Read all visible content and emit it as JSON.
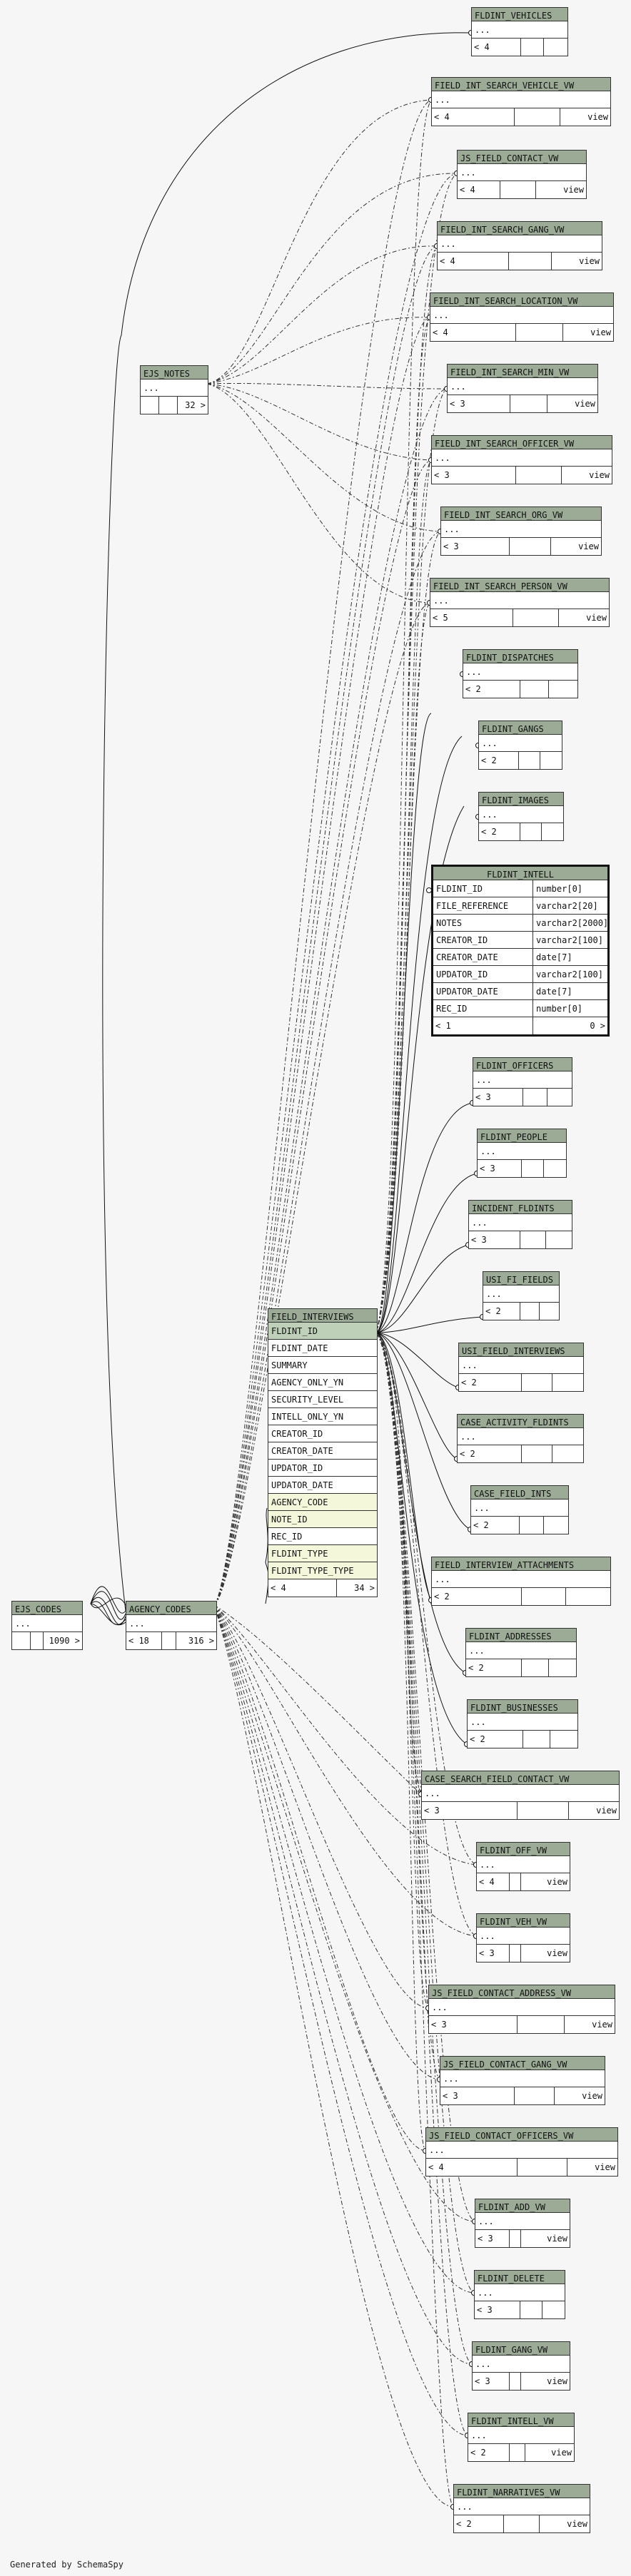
{
  "footer": "Generated by SchemaSpy",
  "tables": {
    "fldint_vehicles": {
      "name": "FLDINT_VEHICLES",
      "cols": "...",
      "rows": "< 4",
      "children": ""
    },
    "field_int_search_vehicle_vw": {
      "name": "FIELD_INT_SEARCH_VEHICLE_VW",
      "cols": "...",
      "rows": "< 4",
      "children": "view"
    },
    "js_field_contact_vw": {
      "name": "JS_FIELD_CONTACT_VW",
      "cols": "...",
      "rows": "< 4",
      "children": "view"
    },
    "field_int_search_gang_vw": {
      "name": "FIELD_INT_SEARCH_GANG_VW",
      "cols": "...",
      "rows": "< 4",
      "children": "view"
    },
    "ejs_notes": {
      "name": "EJS_NOTES",
      "cols": "...",
      "rows": "",
      "children": "32 >"
    },
    "field_int_search_location_vw": {
      "name": "FIELD_INT_SEARCH_LOCATION_VW",
      "cols": "...",
      "rows": "< 4",
      "children": "view"
    },
    "field_int_search_min_vw": {
      "name": "FIELD_INT_SEARCH_MIN_VW",
      "cols": "...",
      "rows": "< 3",
      "children": "view"
    },
    "field_int_search_officer_vw": {
      "name": "FIELD_INT_SEARCH_OFFICER_VW",
      "cols": "...",
      "rows": "< 3",
      "children": "view"
    },
    "field_int_search_org_vw": {
      "name": "FIELD_INT_SEARCH_ORG_VW",
      "cols": "...",
      "rows": "< 3",
      "children": "view"
    },
    "field_int_search_person_vw": {
      "name": "FIELD_INT_SEARCH_PERSON_VW",
      "cols": "...",
      "rows": "< 5",
      "children": "view"
    },
    "fldint_dispatches": {
      "name": "FLDINT_DISPATCHES",
      "cols": "...",
      "rows": "< 2",
      "children": ""
    },
    "fldint_gangs": {
      "name": "FLDINT_GANGS",
      "cols": "...",
      "rows": "< 2",
      "children": ""
    },
    "fldint_images": {
      "name": "FLDINT_IMAGES",
      "cols": "...",
      "rows": "< 2",
      "children": ""
    },
    "fldint_officers": {
      "name": "FLDINT_OFFICERS",
      "cols": "...",
      "rows": "< 3",
      "children": ""
    },
    "fldint_people": {
      "name": "FLDINT_PEOPLE",
      "cols": "...",
      "rows": "< 3",
      "children": ""
    },
    "incident_fldints": {
      "name": "INCIDENT_FLDINTS",
      "cols": "...",
      "rows": "< 3",
      "children": ""
    },
    "usi_fi_fields": {
      "name": "USI_FI_FIELDS",
      "cols": "...",
      "rows": "< 2",
      "children": ""
    },
    "usi_field_interviews": {
      "name": "USI_FIELD_INTERVIEWS",
      "cols": "...",
      "rows": "< 2",
      "children": ""
    },
    "case_activity_fldints": {
      "name": "CASE_ACTIVITY_FLDINTS",
      "cols": "...",
      "rows": "< 2",
      "children": ""
    },
    "case_field_ints": {
      "name": "CASE_FIELD_INTS",
      "cols": "...",
      "rows": "< 2",
      "children": ""
    },
    "field_interview_attachments": {
      "name": "FIELD_INTERVIEW_ATTACHMENTS",
      "cols": "...",
      "rows": "< 2",
      "children": ""
    },
    "fldint_addresses": {
      "name": "FLDINT_ADDRESSES",
      "cols": "...",
      "rows": "< 2",
      "children": ""
    },
    "fldint_businesses": {
      "name": "FLDINT_BUSINESSES",
      "cols": "...",
      "rows": "< 2",
      "children": ""
    },
    "case_search_field_contact_vw": {
      "name": "CASE_SEARCH_FIELD_CONTACT_VW",
      "cols": "...",
      "rows": "< 3",
      "children": "view"
    },
    "fldint_off_vw": {
      "name": "FLDINT_OFF_VW",
      "cols": "...",
      "rows": "< 4",
      "children": "view"
    },
    "fldint_veh_vw": {
      "name": "FLDINT_VEH_VW",
      "cols": "...",
      "rows": "< 3",
      "children": "view"
    },
    "js_field_contact_address_vw": {
      "name": "JS_FIELD_CONTACT_ADDRESS_VW",
      "cols": "...",
      "rows": "< 3",
      "children": "view"
    },
    "js_field_contact_gang_vw": {
      "name": "JS_FIELD_CONTACT_GANG_VW",
      "cols": "...",
      "rows": "< 3",
      "children": "view"
    },
    "js_field_contact_officers_vw": {
      "name": "JS_FIELD_CONTACT_OFFICERS_VW",
      "cols": "...",
      "rows": "< 4",
      "children": "view"
    },
    "fldint_add_vw": {
      "name": "FLDINT_ADD_VW",
      "cols": "...",
      "rows": "< 3",
      "children": "view"
    },
    "fldint_delete": {
      "name": "FLDINT_DELETE",
      "cols": "...",
      "rows": "< 3",
      "children": ""
    },
    "fldint_gang_vw": {
      "name": "FLDINT_GANG_VW",
      "cols": "...",
      "rows": "< 3",
      "children": "view"
    },
    "fldint_intell_vw": {
      "name": "FLDINT_INTELL_VW",
      "cols": "...",
      "rows": "< 2",
      "children": "view"
    },
    "fldint_narratives_vw": {
      "name": "FLDINT_NARRATIVES_VW",
      "cols": "...",
      "rows": "< 2",
      "children": "view"
    },
    "ejs_codes": {
      "name": "EJS_CODES",
      "cols": "...",
      "rows": "",
      "children": "1090 >"
    },
    "agency_codes": {
      "name": "AGENCY_CODES",
      "cols": "...",
      "rows": "< 18",
      "children": "316 >"
    }
  },
  "fldint_intell": {
    "name": "FLDINT_INTELL",
    "columns": [
      {
        "name": "FLDINT_ID",
        "type": "number[0]"
      },
      {
        "name": "FILE_REFERENCE",
        "type": "varchar2[20]"
      },
      {
        "name": "NOTES",
        "type": "varchar2[2000]"
      },
      {
        "name": "CREATOR_ID",
        "type": "varchar2[100]"
      },
      {
        "name": "CREATOR_DATE",
        "type": "date[7]"
      },
      {
        "name": "UPDATOR_ID",
        "type": "varchar2[100]"
      },
      {
        "name": "UPDATOR_DATE",
        "type": "date[7]"
      },
      {
        "name": "REC_ID",
        "type": "number[0]"
      }
    ],
    "rows": "< 1",
    "children": "0 >"
  },
  "field_interviews": {
    "name": "FIELD_INTERVIEWS",
    "columns": [
      "FLDINT_ID",
      "FLDINT_DATE",
      "SUMMARY",
      "AGENCY_ONLY_YN",
      "SECURITY_LEVEL",
      "INTELL_ONLY_YN",
      "CREATOR_ID",
      "CREATOR_DATE",
      "UPDATOR_ID",
      "UPDATOR_DATE",
      "AGENCY_CODE",
      "NOTE_ID",
      "REC_ID",
      "FLDINT_TYPE",
      "FLDINT_TYPE_TYPE"
    ],
    "rows": "< 4",
    "children": "34 >"
  }
}
